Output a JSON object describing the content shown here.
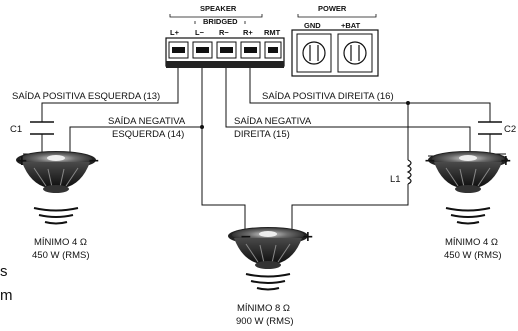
{
  "terminal_block": {
    "speaker_label": "SPEAKER",
    "bridged_label": "BRIDGED",
    "power_label": "POWER",
    "terminals": [
      "L+",
      "L−",
      "R−",
      "R+",
      "RMT"
    ],
    "power_terminals": [
      "GND",
      "+BAT"
    ]
  },
  "wires": {
    "left_positive": "SAÍDA POSITIVA ESQUERDA (13)",
    "left_negative_line1": "SAÍDA NEGATIVA",
    "left_negative_line2": "ESQUERDA (14)",
    "right_positive": "SAÍDA POSITIVA DIREITA (16)",
    "right_negative_line1": "SAÍDA NEGATIVA",
    "right_negative_line2": "DIREITA (15)"
  },
  "components": {
    "capacitor_left": "C1",
    "capacitor_right": "C2",
    "inductor": "L1"
  },
  "speakers": {
    "left": {
      "min": "MÍNIMO 4 Ω",
      "power": "450 W (RMS)"
    },
    "center": {
      "min": "MÍNIMO 8 Ω",
      "power": "900 W (RMS)"
    },
    "right": {
      "min": "MÍNIMO 4 Ω",
      "power": "450 W (RMS)"
    }
  },
  "edge_text": {
    "line1": "s",
    "line2": "m"
  },
  "icons": {
    "speaker": "speaker-cone-icon",
    "screw": "screw-terminal-icon"
  },
  "colors": {
    "ink": "#111111",
    "paper": "#ffffff"
  }
}
